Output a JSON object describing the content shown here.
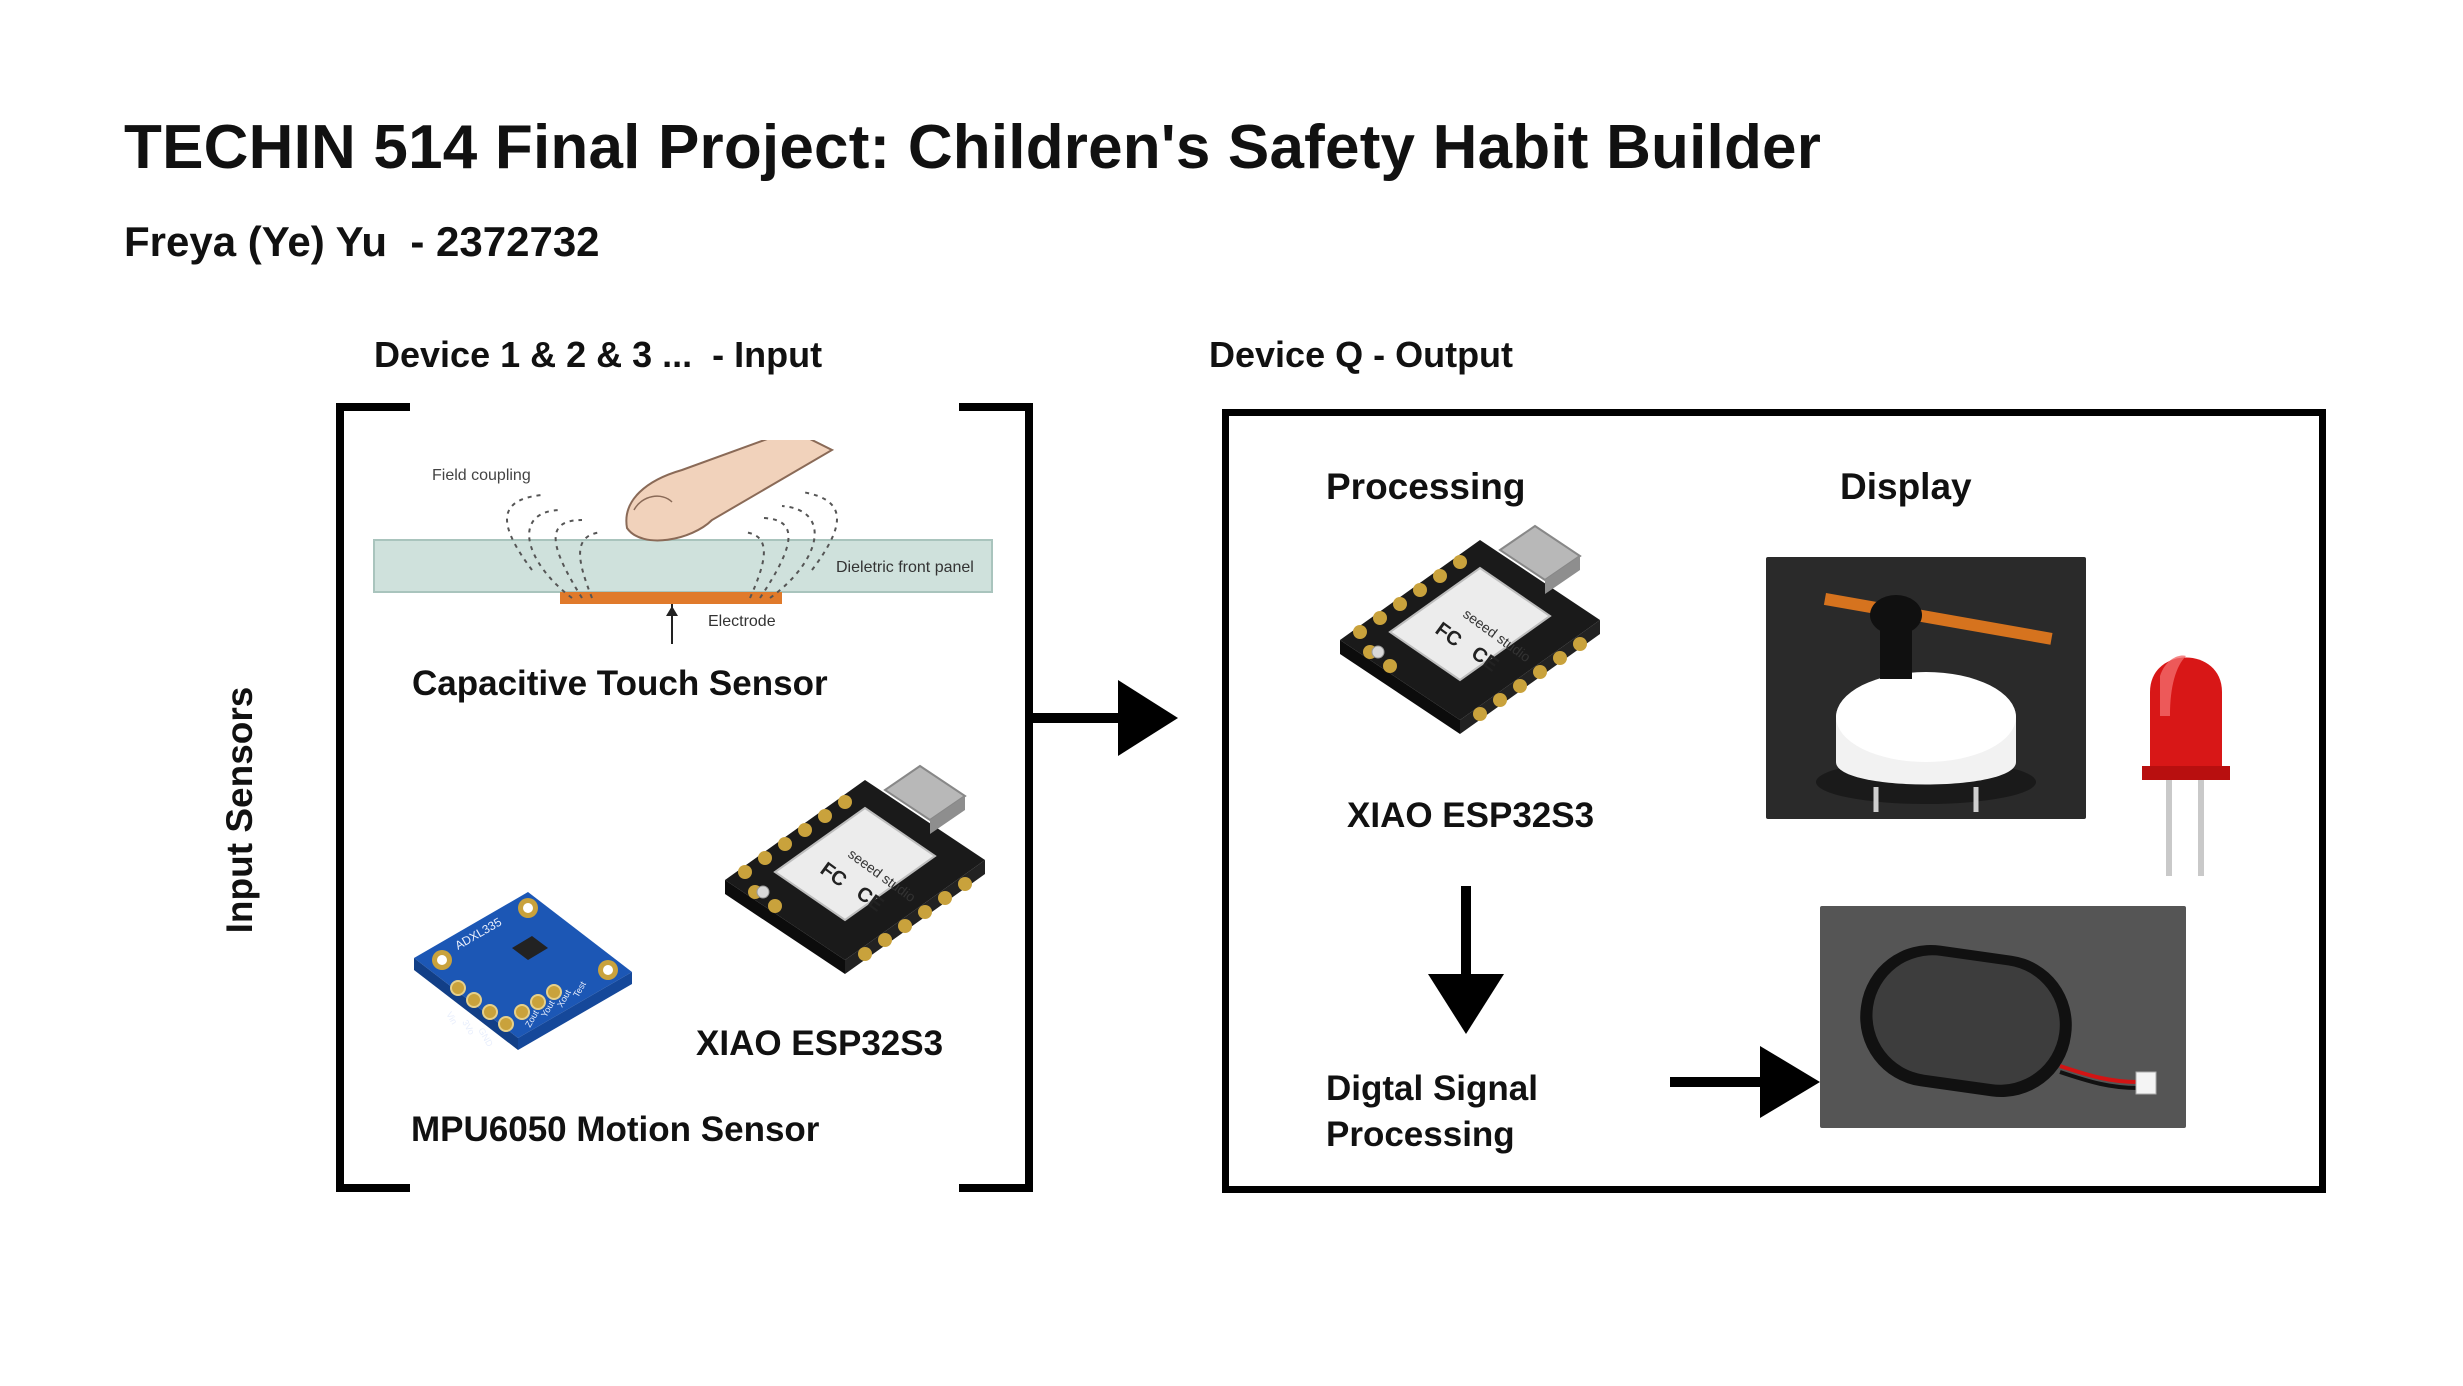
{
  "title": "TECHIN 514 Final Project: Children's Safety Habit Builder",
  "author": "Freya (Ye) Yu  - 2372732",
  "input": {
    "header": "Device 1 & 2 & 3 ...  - Input",
    "side_label": "Input Sensors",
    "touch": {
      "caption": "Capacitive Touch Sensor",
      "field_coupling": "Field coupling",
      "panel": "Dieletric front panel",
      "electrode": "Electrode"
    },
    "mcu_label": "XIAO ESP32S3",
    "motion_label": "MPU6050 Motion Sensor",
    "motion_chip_text": "ADXL335",
    "motion_pins": [
      "Vin",
      "3Vo",
      "GND",
      "Zout",
      "Yout",
      "Xout",
      "Test"
    ]
  },
  "output": {
    "header": "Device Q - Output",
    "processing_label": "Processing",
    "display_label": "Display",
    "mcu_label": "XIAO ESP32S3",
    "dsp_label_line1": "Digtal Signal",
    "dsp_label_line2": "Processing"
  },
  "mcu_board": {
    "brand": "seeed studio",
    "fc": "FC",
    "ce": "CE"
  },
  "colors": {
    "board_black": "#1a1a1a",
    "pad_gold": "#c9a23c",
    "pcb_blue": "#1c57b5",
    "led_red": "#d81717",
    "electrode": "#e07a2b",
    "panel": "#cfe1dc"
  }
}
